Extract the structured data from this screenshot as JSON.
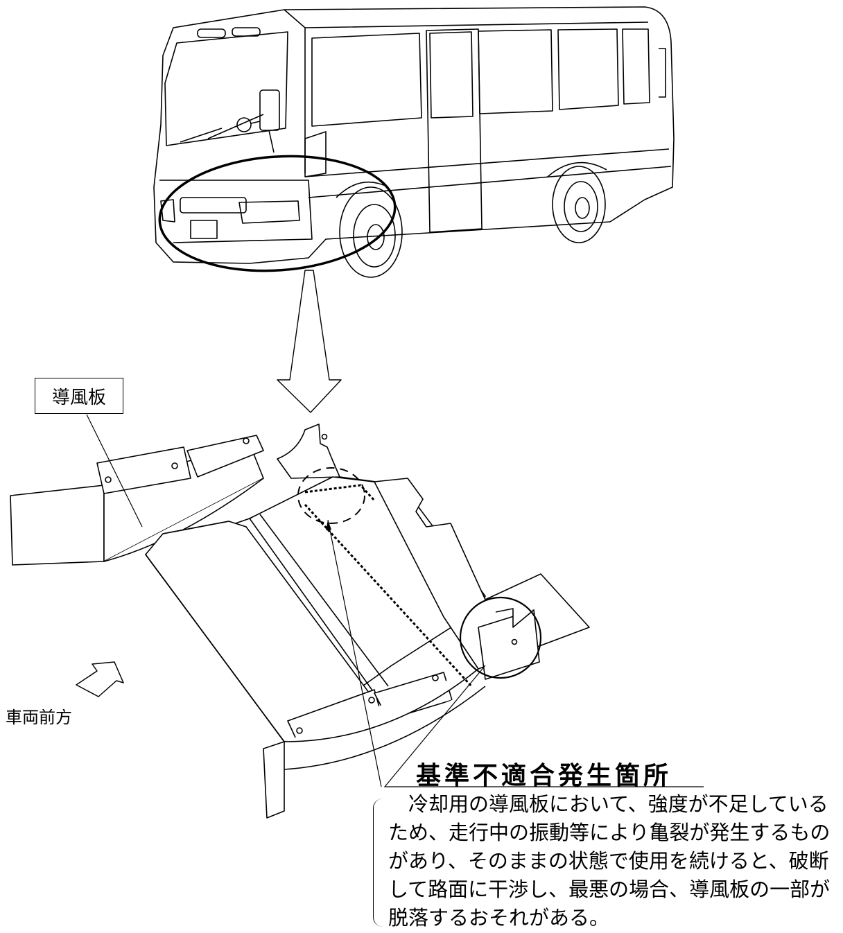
{
  "labels": {
    "part_name": "導風板",
    "vehicle_front": "車両前方",
    "defect_location": "基準不適合発生箇所"
  },
  "description": {
    "lines": [
      "　冷却用の導風板において、強度が不足している",
      "ため、走行中の振動等により亀裂が発生するもの",
      "があり、そのままの状態で使用を続けると、破断",
      "して路面に干渉し、最悪の場合、導風板の一部が",
      "脱落するおそれがある。"
    ]
  }
}
